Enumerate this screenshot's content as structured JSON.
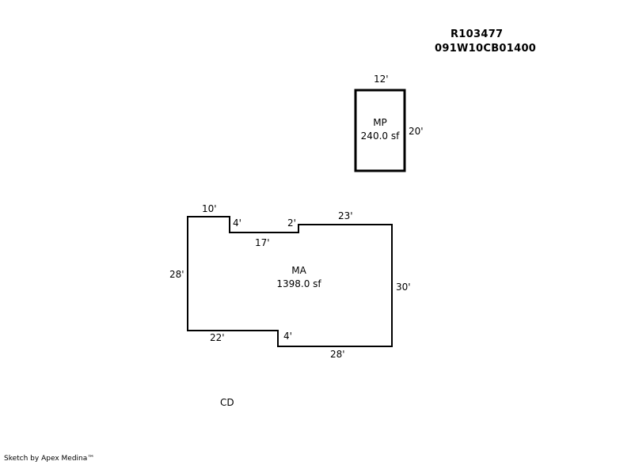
{
  "header": {
    "record_id": "R103477",
    "parcel_id": "091W10CB01400"
  },
  "mp": {
    "code": "MP",
    "area": "240.0 sf",
    "dims": {
      "top": "12'",
      "right": "20'"
    }
  },
  "ma": {
    "code": "MA",
    "area": "1398.0 sf",
    "dims": {
      "top_left": "10'",
      "notch_drop": "4'",
      "notch_bottom": "17'",
      "step_up": "2'",
      "top_right": "23'",
      "right": "30'",
      "left": "28'",
      "bottom_left": "22'",
      "step_down": "4'",
      "bottom_right": "28'"
    }
  },
  "cd_label": "CD",
  "footer": "Sketch by Apex Medina™",
  "colors": {
    "line": "#000000",
    "background": "#ffffff"
  }
}
